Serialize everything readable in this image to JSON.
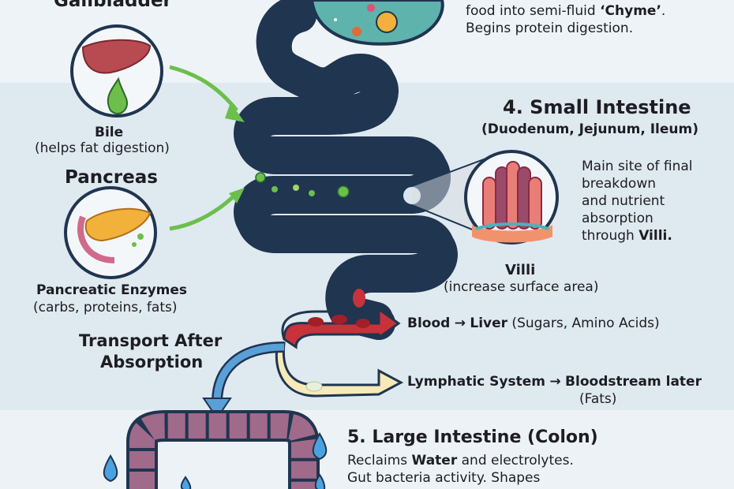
{
  "stomach": {
    "line1_pre": "food into semi-fluid ",
    "line1_bold": "‘Chyme’",
    "line1_post": ".",
    "line2": "Begins protein digestion."
  },
  "liver": {
    "title": "Gallbladder",
    "label": "Bile",
    "sublabel": "(helps fat digestion)"
  },
  "pancreas": {
    "title": "Pancreas",
    "label": "Pancreatic Enzymes",
    "sublabel": "(carbs, proteins, fats)"
  },
  "small_intestine": {
    "title": "4. Small Intestine",
    "subtitle": "(Duodenum, Jejunum, Ileum)",
    "desc": [
      "Main site of final",
      "breakdown",
      "and nutrient",
      "absorption"
    ],
    "desc_last_pre": "through ",
    "desc_last_bold": "Villi.",
    "villi_label": "Villi",
    "villi_sublabel": "(increase surface area)"
  },
  "transport": {
    "title_line1": "Transport After",
    "title_line2": "Absorption",
    "blood_bold1": "Blood",
    "arrow": "→",
    "blood_bold2": "Liver",
    "blood_rest": " (Sugars, Amino Acids)",
    "lymph_bold1": "Lymphatic System",
    "lymph_bold2": "Bloodstream later",
    "lymph_rest": "(Fats)"
  },
  "large_intestine": {
    "title": "5. Large Intestine (Colon)",
    "line1_pre": "Reclaims ",
    "line1_bold": "Water",
    "line1_post": " and electrolytes.",
    "line2": "Gut bacteria activity. Shapes"
  },
  "colors": {
    "intestine": "#f0936c",
    "outline": "#1f3550",
    "blood": "#c8323a",
    "lymph": "#f5eab8",
    "arrow_green": "#6bbf4a",
    "water": "#4aa3e0"
  }
}
